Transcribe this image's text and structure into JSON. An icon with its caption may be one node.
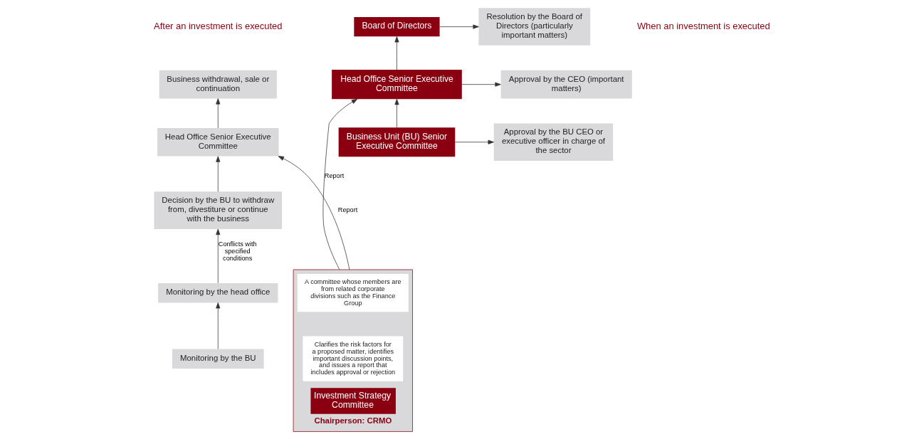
{
  "diagram": {
    "nodes": [
      {
        "text": [
          "Resolution by the Board of Directors (particularly important matters)"
        ]
      },
      {
        "text": [
          "Board of Directors"
        ]
      },
      {
        "text": [
          "Investment Strategy Committee",
          "Chairperson: CRMO"
        ]
      },
      {
        "text": [
          "A committee whose members are from related corporate divisions such as the Finance Group"
        ],
        "in": 2
      },
      {
        "text": [
          "Clarifies the risk factors for a proposed matter, identifies important discussion points, and issues a report that includes approval or rejection"
        ],
        "in": 2
      },
      {
        "text": [
          "Business withdrawal, sale or continuation"
        ]
      },
      {
        "text": [
          "Approval by the CEO (important matters)"
        ]
      },
      {
        "text": [
          "Head Office Senior Executive Committee"
        ]
      },
      {
        "text": [
          "Head Office Senior Executive Committee"
        ]
      },
      {
        "text": [
          "Decision by the BU to withdraw from, divestiture or continue with the business"
        ]
      },
      {
        "text": [
          "Monitoring by the head office"
        ]
      },
      {
        "text": [
          "Approval by the BU CEO or executive officer in charge of the sector"
        ]
      },
      {
        "text": [
          "Business Unit (BU) Senior Executive Committee"
        ]
      },
      {
        "text": [
          "Monitoring by the BU"
        ]
      }
    ],
    "edges": [
      {
        "from": 1,
        "to": 0,
        "arrow": "to"
      },
      {
        "from": 7,
        "to": 1,
        "arrow": "to"
      },
      {
        "from": 7,
        "to": 6,
        "arrow": "to"
      },
      {
        "from": 2,
        "to": 7,
        "arrow": "to",
        "label": "Report"
      },
      {
        "from": 2,
        "to": 8,
        "arrow": "to",
        "label": "Report"
      },
      {
        "from": 8,
        "to": 5,
        "arrow": "to"
      },
      {
        "from": 9,
        "to": 8,
        "arrow": "to"
      },
      {
        "from": 10,
        "to": 9,
        "arrow": "to",
        "label": "Conflicts with specified conditions"
      },
      {
        "from": 12,
        "to": 7,
        "arrow": "to"
      },
      {
        "from": 12,
        "to": 11,
        "arrow": "to"
      },
      {
        "from": 13,
        "to": 10,
        "arrow": "to"
      }
    ],
    "labels": [
      "When an investment is executed",
      "After an investment is executed"
    ]
  }
}
